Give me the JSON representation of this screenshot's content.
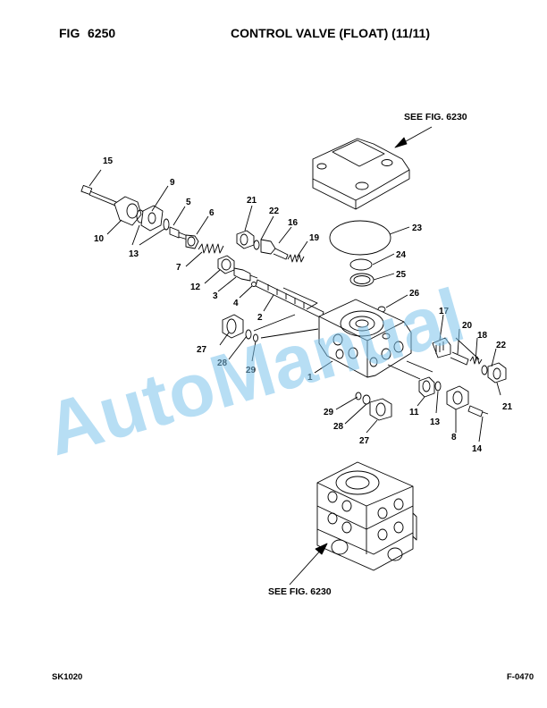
{
  "header": {
    "fig_label": "FIG",
    "fig_number": "6250",
    "title": "CONTROL VALVE (FLOAT) (11/11)"
  },
  "footer": {
    "left": "SK1020",
    "right": "F-0470"
  },
  "references": {
    "top": "SEE FIG. 6230",
    "bottom": "SEE FIG. 6230"
  },
  "watermark": "AutoManual",
  "callouts": [
    {
      "id": "c15",
      "label": "15"
    },
    {
      "id": "c9",
      "label": "9"
    },
    {
      "id": "c5",
      "label": "5"
    },
    {
      "id": "c6",
      "label": "6"
    },
    {
      "id": "c10",
      "label": "10"
    },
    {
      "id": "c13a",
      "label": "13"
    },
    {
      "id": "c7",
      "label": "7"
    },
    {
      "id": "c12",
      "label": "12"
    },
    {
      "id": "c3",
      "label": "3"
    },
    {
      "id": "c4",
      "label": "4"
    },
    {
      "id": "c2",
      "label": "2"
    },
    {
      "id": "c21a",
      "label": "21"
    },
    {
      "id": "c22a",
      "label": "22"
    },
    {
      "id": "c16",
      "label": "16"
    },
    {
      "id": "c19",
      "label": "19"
    },
    {
      "id": "c23",
      "label": "23"
    },
    {
      "id": "c24",
      "label": "24"
    },
    {
      "id": "c25",
      "label": "25"
    },
    {
      "id": "c26",
      "label": "26"
    },
    {
      "id": "c17",
      "label": "17"
    },
    {
      "id": "c20",
      "label": "20"
    },
    {
      "id": "c18",
      "label": "18"
    },
    {
      "id": "c22b",
      "label": "22"
    },
    {
      "id": "c21b",
      "label": "21"
    },
    {
      "id": "c27a",
      "label": "27"
    },
    {
      "id": "c28a",
      "label": "28"
    },
    {
      "id": "c29a",
      "label": "29"
    },
    {
      "id": "c1",
      "label": "1"
    },
    {
      "id": "c29b",
      "label": "29"
    },
    {
      "id": "c28b",
      "label": "28"
    },
    {
      "id": "c27b",
      "label": "27"
    },
    {
      "id": "c11",
      "label": "11"
    },
    {
      "id": "c13b",
      "label": "13"
    },
    {
      "id": "c8",
      "label": "8"
    },
    {
      "id": "c14",
      "label": "14"
    }
  ]
}
